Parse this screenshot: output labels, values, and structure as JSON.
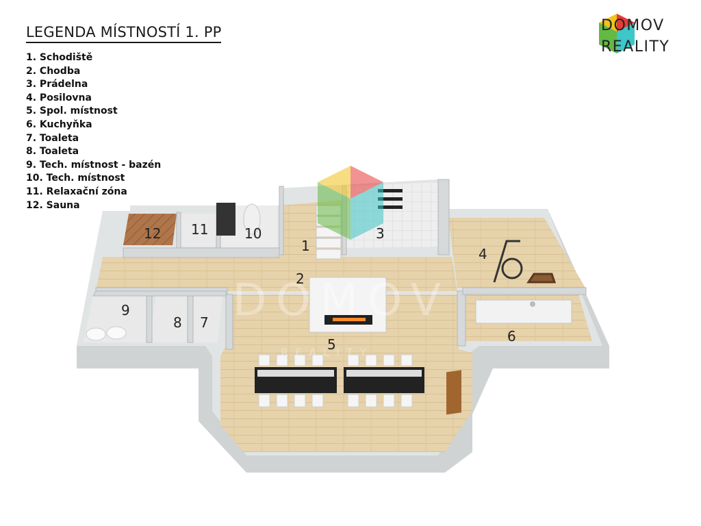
{
  "legend": {
    "title": "LEGENDA MÍSTNOSTÍ 1. PP",
    "items": [
      "1. Schodiště",
      "2. Chodba",
      "3. Prádelna",
      "4. Posilovna",
      "5. Spol. místnost",
      "6. Kuchyňka",
      "7. Toaleta",
      "8. Toaleta",
      "9. Tech. místnost - bazén",
      "10. Tech. místnost",
      "11. Relaxační zóna",
      "12. Sauna"
    ]
  },
  "brand": {
    "line1": "DOMOV",
    "line2": "REALITY",
    "colors": {
      "yellow": "#f2c31b",
      "red": "#e63b3b",
      "green": "#63b944",
      "cyan": "#3ec6c9"
    }
  },
  "watermark": {
    "text": "DOMOV",
    "sub": "REALITY"
  },
  "rooms": [
    {
      "number": "1"
    },
    {
      "number": "2"
    },
    {
      "number": "3"
    },
    {
      "number": "4"
    },
    {
      "number": "5"
    },
    {
      "number": "6"
    },
    {
      "number": "7"
    },
    {
      "number": "8"
    },
    {
      "number": "9"
    },
    {
      "number": "10"
    },
    {
      "number": "11"
    },
    {
      "number": "12"
    }
  ],
  "colors": {
    "floor": "#e3cfa8",
    "wall": "#d9dcdd",
    "wall_dark": "#b9bdbf",
    "sauna": "#b0764b"
  }
}
